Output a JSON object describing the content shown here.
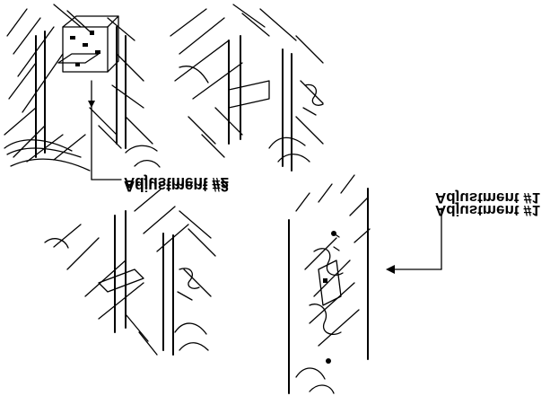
{
  "figure": {
    "callouts": [
      {
        "id": "adjustment-2",
        "label": "Adjustment #2"
      },
      {
        "id": "adjustment-1",
        "label": "Adjustment #1"
      }
    ]
  },
  "colors": {
    "ink": "#000000",
    "paper": "#ffffff"
  }
}
